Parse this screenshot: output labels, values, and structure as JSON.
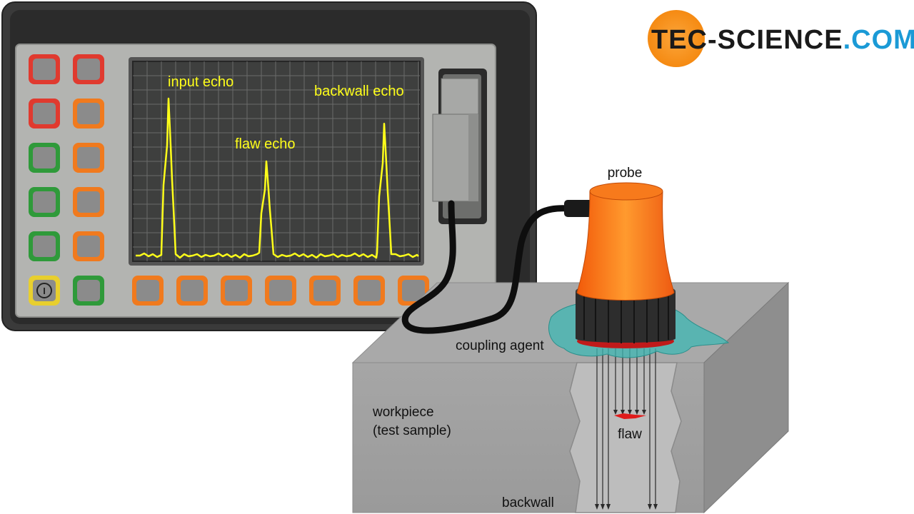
{
  "logo": {
    "text_a": "TEC",
    "dash": "-",
    "text_b": "SCIENCE",
    "text_c": ".COM",
    "colors": {
      "orange": "#f7941d",
      "dark": "#1a1a1a",
      "blue": "#1b9ad6"
    }
  },
  "screen": {
    "labels": {
      "input_echo": "input echo",
      "flaw_echo": "flaw echo",
      "backwall_echo": "backwall echo"
    },
    "trace_color": "#ffff1a",
    "echo_peaks": [
      {
        "name": "input echo",
        "amplitude": 1.0
      },
      {
        "name": "flaw echo",
        "amplitude": 0.6
      },
      {
        "name": "backwall echo",
        "amplitude": 0.84
      }
    ]
  },
  "device": {
    "power_button_glyph": "I",
    "button_colors": {
      "red": "#e03a2f",
      "orange": "#f07a1e",
      "green": "#2f9a3a",
      "yellow": "#e8cf2e"
    }
  },
  "diagram": {
    "probe": "probe",
    "coupling_agent": "coupling agent",
    "workpiece_line1": "workpiece",
    "workpiece_line2": "(test sample)",
    "flaw": "flaw",
    "backwall": "backwall"
  }
}
